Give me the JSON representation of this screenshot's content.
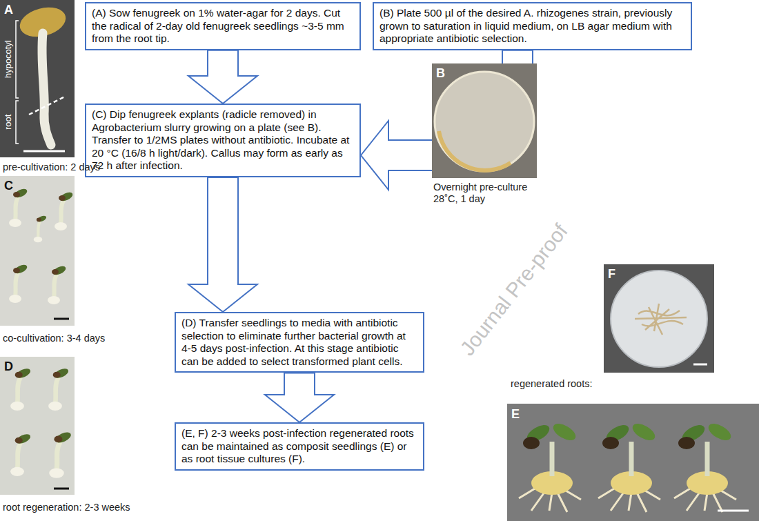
{
  "diagram": {
    "nodes": [
      {
        "text": [
          "(A) Sow fenugreek on 1% water-agar for 2 days. Cut the radical of 2-day old fenugreek seedlings ~3-5 mm from the root tip."
        ]
      },
      {
        "text": [
          "(B) Plate 500 µl of the desired A. rhizogenes strain, previously grown to saturation in liquid medium, on LB agar medium with appropriate antibiotic selection."
        ]
      },
      {
        "text": [
          "(C) Dip fenugreek explants (radicle removed) in Agrobacterium slurry growing on a plate (see B). Transfer to 1/2MS plates without antibiotic. Incubate at 20 °C (16/8 h light/dark). Callus may form as early as 72 h after infection."
        ]
      },
      {
        "text": [
          "(D) Transfer seedlings to media with antibiotic selection to eliminate further bacterial growth at 4-5 days post-infection. At this stage antibiotic can be added to select transformed plant cells."
        ]
      },
      {
        "text": [
          "(E, F) 2-3 weeks post-infection regenerated roots can be maintained as composit seedlings (E) or as root tissue cultures (F)."
        ]
      }
    ],
    "edges": [
      {
        "from": 0,
        "to": 2,
        "arrow": "to"
      },
      {
        "from": 1,
        "to": 2,
        "arrow": "to"
      },
      {
        "from": 2,
        "to": 3,
        "arrow": "to"
      },
      {
        "from": 3,
        "to": 4,
        "arrow": "to"
      }
    ],
    "labels": [
      "A",
      "root",
      "hypocotyl",
      "pre-cultivation: 2 days",
      "C",
      "co-cultivation: 3-4 days",
      "D",
      "root regeneration: 2-3 weeks",
      "B",
      "Overnight pre-culture 28˚C, 1 day",
      "F",
      "regenerated roots:",
      "E",
      "Journal Pre-proof"
    ]
  }
}
